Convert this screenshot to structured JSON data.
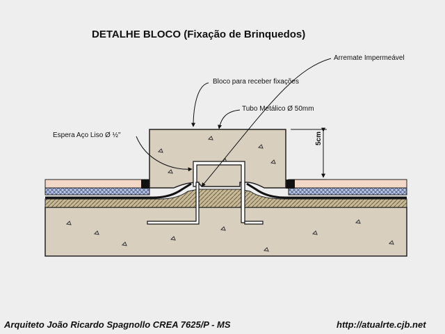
{
  "title": "DETALHE BLOCO (Fixação de Brinquedos)",
  "labels": {
    "arremate": "Arremate Impermeável",
    "bloco": "Bloco para receber fixações",
    "tubo": "Tubo Metálico Ø 50mm",
    "espera": "Espera Aço Liso Ø ½\""
  },
  "dimension": "5cm",
  "footer": {
    "author": "Arquiteto João Ricardo Spagnollo CREA 7625/P - MS",
    "url": "http://atualrte.cjb.net"
  }
}
